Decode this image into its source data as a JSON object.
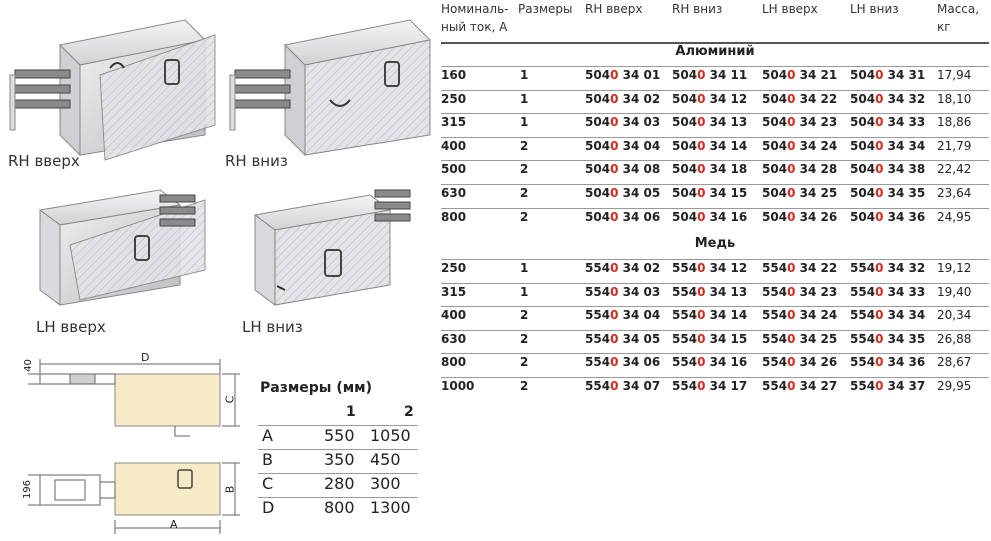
{
  "illustrations": {
    "rh_up": "RH вверх",
    "rh_down": "RH вниз",
    "lh_up": "LH вверх",
    "lh_down": "LH вниз"
  },
  "drawing": {
    "d_label": "D",
    "c_label": "C",
    "dim_40": "40",
    "b_label": "B",
    "a_label": "A",
    "dim_196": "196"
  },
  "dims_table": {
    "title": "Размеры (мм)",
    "col1": "1",
    "col2": "2",
    "rows": [
      {
        "name": "A",
        "v1": "550",
        "v2": "1050"
      },
      {
        "name": "B",
        "v1": "350",
        "v2": "450"
      },
      {
        "name": "C",
        "v1": "280",
        "v2": "300"
      },
      {
        "name": "D",
        "v1": "800",
        "v2": "1300"
      }
    ]
  },
  "products": {
    "headers": {
      "current_l1": "Номиналь-",
      "current_l2": "ный ток, А",
      "sizes": "Размеры",
      "rh_up": "RH вверх",
      "rh_down": "RH вниз",
      "lh_up": "LH вверх",
      "lh_down": "LH вниз",
      "mass_l1": "Масса,",
      "mass_l2": "кг"
    },
    "section_aluminum": "Алюминий",
    "section_copper": "Медь",
    "aluminum": [
      {
        "current": "160",
        "size": "1",
        "c1a": "5040",
        "c1b": " 34 01",
        "c2a": "5040",
        "c2b": " 34 11",
        "c3a": "5040",
        "c3b": " 34 21",
        "c4a": "5040",
        "c4b": " 34 31",
        "mass": "17,94"
      },
      {
        "current": "250",
        "size": "1",
        "c1a": "5040",
        "c1b": " 34 02",
        "c2a": "5040",
        "c2b": " 34 12",
        "c3a": "5040",
        "c3b": " 34 22",
        "c4a": "5040",
        "c4b": " 34 32",
        "mass": "18,10"
      },
      {
        "current": "315",
        "size": "1",
        "c1a": "5040",
        "c1b": " 34 03",
        "c2a": "5040",
        "c2b": " 34 13",
        "c3a": "5040",
        "c3b": " 34 23",
        "c4a": "5040",
        "c4b": " 34 33",
        "mass": "18,86"
      },
      {
        "current": "400",
        "size": "2",
        "c1a": "5040",
        "c1b": " 34 04",
        "c2a": "5040",
        "c2b": " 34 14",
        "c3a": "5040",
        "c3b": " 34 24",
        "c4a": "5040",
        "c4b": " 34 34",
        "mass": "21,79"
      },
      {
        "current": "500",
        "size": "2",
        "c1a": "5040",
        "c1b": " 34 08",
        "c2a": "5040",
        "c2b": " 34 18",
        "c3a": "5040",
        "c3b": " 34 28",
        "c4a": "5040",
        "c4b": " 34 38",
        "mass": "22,42"
      },
      {
        "current": "630",
        "size": "2",
        "c1a": "5040",
        "c1b": " 34 05",
        "c2a": "5040",
        "c2b": " 34 15",
        "c3a": "5040",
        "c3b": " 34 25",
        "c4a": "5040",
        "c4b": " 34 35",
        "mass": "23,64"
      },
      {
        "current": "800",
        "size": "2",
        "c1a": "5040",
        "c1b": " 34 06",
        "c2a": "5040",
        "c2b": " 34 16",
        "c3a": "5040",
        "c3b": " 34 26",
        "c4a": "5040",
        "c4b": " 34 36",
        "mass": "24,95"
      }
    ],
    "copper": [
      {
        "current": "250",
        "size": "1",
        "c1a": "5540",
        "c1b": " 34 02",
        "c2a": "5540",
        "c2b": " 34 12",
        "c3a": "5540",
        "c3b": " 34 22",
        "c4a": "5540",
        "c4b": " 34 32",
        "mass": "19,12"
      },
      {
        "current": "315",
        "size": "1",
        "c1a": "5540",
        "c1b": " 34 03",
        "c2a": "5540",
        "c2b": " 34 13",
        "c3a": "5540",
        "c3b": " 34 23",
        "c4a": "5540",
        "c4b": " 34 33",
        "mass": "19,40"
      },
      {
        "current": "400",
        "size": "2",
        "c1a": "5540",
        "c1b": " 34 04",
        "c2a": "5540",
        "c2b": " 34 14",
        "c3a": "5540",
        "c3b": " 34 24",
        "c4a": "5540",
        "c4b": " 34 34",
        "mass": "20,34"
      },
      {
        "current": "630",
        "size": "2",
        "c1a": "5540",
        "c1b": " 34 05",
        "c2a": "5540",
        "c2b": " 34 15",
        "c3a": "5540",
        "c3b": " 34 25",
        "c4a": "5540",
        "c4b": " 34 35",
        "mass": "26,88"
      },
      {
        "current": "800",
        "size": "2",
        "c1a": "5540",
        "c1b": " 34 06",
        "c2a": "5540",
        "c2b": " 34 16",
        "c3a": "5540",
        "c3b": " 34 26",
        "c4a": "5540",
        "c4b": " 34 36",
        "mass": "28,67"
      },
      {
        "current": "1000",
        "size": "2",
        "c1a": "5540",
        "c1b": " 34 07",
        "c2a": "5540",
        "c2b": " 34 17",
        "c3a": "5540",
        "c3b": " 34 27",
        "c4a": "5540",
        "c4b": " 34 37",
        "mass": "29,95"
      }
    ]
  },
  "colors": {
    "accent_red": "#d42a1e",
    "drawing_fill": "#f6ebc6"
  }
}
